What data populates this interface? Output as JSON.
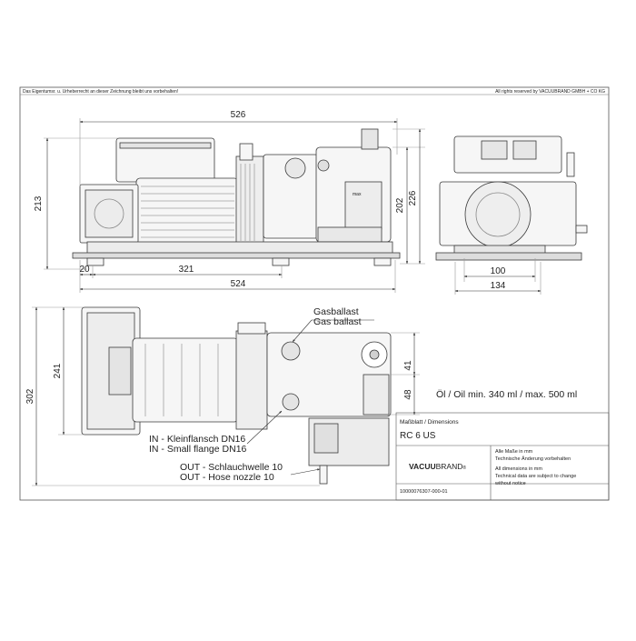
{
  "header": {
    "copyright_de": "Das Eigentumsr. u. Urheberrecht an dieser Zeichnung bleibt uns vorbehalten!",
    "rights": "All rights reserved by VACUUBRAND GMBH + CO KG"
  },
  "dims_side": {
    "overall_length": "526",
    "height": "213",
    "left_offset": "20",
    "mid_length": "321",
    "base_length": "524",
    "right_h1": "202",
    "right_h2": "226"
  },
  "dims_front": {
    "inner_width": "100",
    "outer_width": "134"
  },
  "dims_top": {
    "depth_outer": "302",
    "depth_inner": "241",
    "h41": "41",
    "h48": "48"
  },
  "labels": {
    "gasballast_de": "Gasballast",
    "gasballast_en": "Gas ballast",
    "oil": "Öl / Oil   min. 340 ml / max. 500 ml",
    "in_de": "IN - Kleinflansch DN16",
    "in_en": "IN - Small flange DN16",
    "out_de": "OUT - Schlauchwelle 10",
    "out_en": "OUT - Hose nozzle 10"
  },
  "title_block": {
    "sheet_label": "Maßblatt / Dimensions",
    "model": "RC 6 US",
    "logo_bold": "VACUU",
    "logo_rest": "BRAND",
    "logo_mark": "®",
    "note_de_1": "Alle Maße in mm",
    "note_de_2": "Technische Änderung vorbehalten",
    "note_en_1": "All dimensions in mm",
    "note_en_2": "Technical data are subject to change",
    "note_en_3": "without notice",
    "doc_number": "10000076307-000-01"
  },
  "colors": {
    "line": "#3a3a3a",
    "light": "#8a8a8a",
    "fill": "#f2f2f2"
  }
}
